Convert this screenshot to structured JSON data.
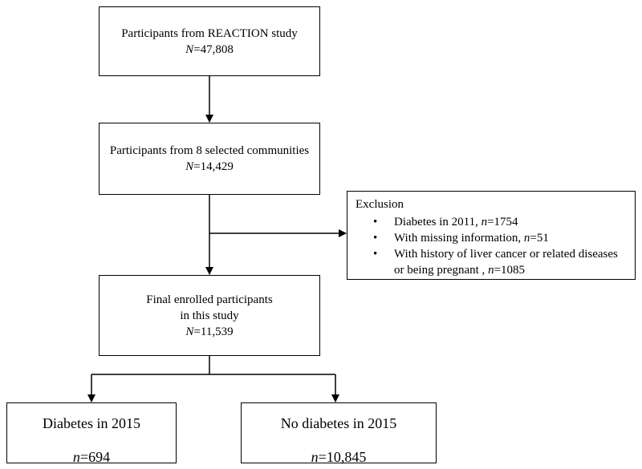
{
  "boxes": {
    "reaction": {
      "title": "Participants from REACTION study",
      "n_symbol": "N",
      "n_value": "=47,808"
    },
    "communities": {
      "title": "Participants from 8 selected communities",
      "n_symbol": "N",
      "n_value": "=14,429"
    },
    "exclusion": {
      "title": "Exclusion",
      "bullet": "•",
      "items": [
        {
          "text": "Diabetes in 2011, ",
          "n_symbol": "n",
          "n_value": "=1754"
        },
        {
          "text": "With missing information, ",
          "n_symbol": "n",
          "n_value": "=51"
        },
        {
          "text": "With history of liver cancer or related diseases or being pregnant , ",
          "n_symbol": "n",
          "n_value": "=1085"
        }
      ]
    },
    "final": {
      "title_line1": "Final enrolled participants",
      "title_line2": "in this study",
      "n_symbol": "N",
      "n_value": "=11,539"
    },
    "diabetes": {
      "title": "Diabetes in 2015",
      "n_symbol": "n",
      "n_value": "=694"
    },
    "no_diabetes": {
      "title": "No diabetes in 2015",
      "n_symbol": "n",
      "n_value": "=10,845"
    }
  },
  "colors": {
    "stroke": "#000000",
    "background": "#ffffff"
  }
}
